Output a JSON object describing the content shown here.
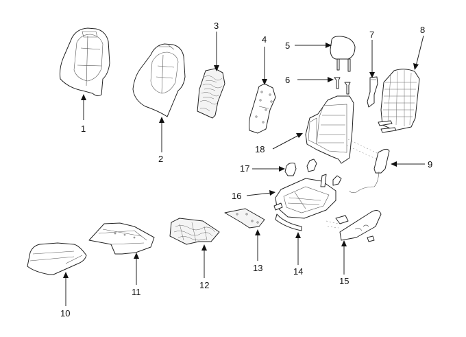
{
  "diagram": {
    "title": "Seat assembly exploded view",
    "callouts": [
      {
        "id": 1,
        "label": "1",
        "part": "seatback-cover"
      },
      {
        "id": 2,
        "label": "2",
        "part": "seatback-pad"
      },
      {
        "id": 3,
        "label": "3",
        "part": "seatback-heater-mat"
      },
      {
        "id": 4,
        "label": "4",
        "part": "seatback-panel"
      },
      {
        "id": 5,
        "label": "5",
        "part": "headrest"
      },
      {
        "id": 6,
        "label": "6",
        "part": "headrest-guide"
      },
      {
        "id": 7,
        "label": "7",
        "part": "side-trim-bracket"
      },
      {
        "id": 8,
        "label": "8",
        "part": "seatback-rear-board"
      },
      {
        "id": 9,
        "label": "9",
        "part": "side-airbag-module"
      },
      {
        "id": 10,
        "label": "10",
        "part": "cushion-cover"
      },
      {
        "id": 11,
        "label": "11",
        "part": "cushion-pad"
      },
      {
        "id": 12,
        "label": "12",
        "part": "cushion-heater-mat"
      },
      {
        "id": 13,
        "label": "13",
        "part": "cushion-pan-plate"
      },
      {
        "id": 14,
        "label": "14",
        "part": "front-trim"
      },
      {
        "id": 15,
        "label": "15",
        "part": "side-shield"
      },
      {
        "id": 16,
        "label": "16",
        "part": "cushion-frame"
      },
      {
        "id": 17,
        "label": "17",
        "part": "recliner-cover"
      },
      {
        "id": 18,
        "label": "18",
        "part": "seatback-frame"
      }
    ]
  }
}
